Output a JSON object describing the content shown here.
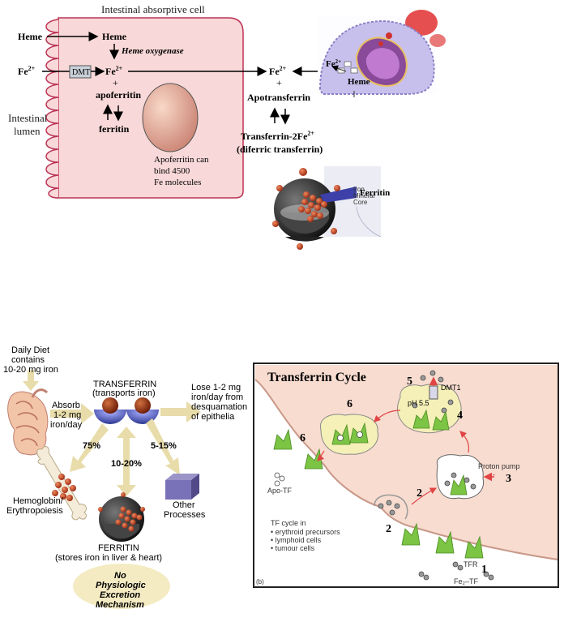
{
  "top_panel": {
    "cell_title": "Intestinal absorptive cell",
    "heme_in": "Heme",
    "heme_cell": "Heme",
    "heme_oxygenase": "Heme oxygenase",
    "fe_in": "Fe",
    "fe_in_sup": "2+",
    "dmt": "DMT",
    "fe_cell": "Fe",
    "fe_cell_sup": "2+",
    "plus1": "+",
    "apoferritin": "apoferritin",
    "ferritin": "ferritin",
    "lumen_line1": "Intestinal",
    "lumen_line2": "lumen",
    "apoferritin_note1": "Apoferritin can",
    "apoferritin_note2": "bind 4500",
    "apoferritin_note3": "Fe molecules",
    "fe_blood": "Fe",
    "fe_blood_sup": "2+",
    "plus2": "+",
    "apotransferrin": "Apotransferrin",
    "transferrin_line1": "Transferrin-2Fe",
    "transferrin_sup": "2+",
    "transferrin_line2": "(diferric transferrin)",
    "macrophage_fe": "Fe",
    "macrophage_fe_sup": "2+",
    "macrophage_heme": "Heme",
    "core_label1": "Iron",
    "core_label2": "Mineral",
    "core_label3": "Core",
    "ferritin_label": "Ferritin"
  },
  "left_panel": {
    "diet1": "Daily Diet",
    "diet2": "contains",
    "diet3": "10-20 mg iron",
    "transferrin1": "TRANSFERRIN",
    "transferrin2": "(transports iron)",
    "absorb1": "Absorb",
    "absorb2": "1-2 mg",
    "absorb3": "iron/day",
    "lose1": "Lose 1-2 mg",
    "lose2": "iron/day from",
    "lose3": "desquamation",
    "lose4": "of epithelia",
    "pct75": "75%",
    "pct10_20": "10-20%",
    "pct5_15": "5-15%",
    "hemoglobin1": "Hemoglobin/",
    "hemoglobin2": "Erythropoiesis",
    "other1": "Other",
    "other2": "Processes",
    "ferritin1": "FERRITIN",
    "ferritin2": "(stores iron in liver & heart)",
    "noexc1": "No",
    "noexc2": "Physiologic",
    "noexc3": "Excretion",
    "noexc4": "Mechanism"
  },
  "right_panel": {
    "title": "Transferrin Cycle",
    "n1": "1",
    "n2a": "2",
    "n2b": "2",
    "n3": "3",
    "n4": "4",
    "n5": "5",
    "n6a": "6",
    "n6b": "6",
    "dmt1": "DMT1",
    "ph": "pH 5.5",
    "proton_pump": "Proton pump",
    "h_plus": "H",
    "h_sup": "+",
    "apo_tf": "Apo-TF",
    "tf_cycle": "TF cycle in",
    "tf_item1": "• erythroid precursors",
    "tf_item2": "• lymphoid cells",
    "tf_item3": "• tumour cells",
    "tfr": "TFR",
    "fe2_tf": "Fe₂–TF",
    "panel_tag": "(b)"
  },
  "colors": {
    "cell_fill": "#f8d8d8",
    "cell_border": "#bb3355",
    "cycle_fill": "#f8dcd0",
    "vesicle_fill": "#f4f0b8",
    "receptor": "#7cc444",
    "arrow_left": "#e8dcaa",
    "hemisphere": "#4a55b0"
  }
}
